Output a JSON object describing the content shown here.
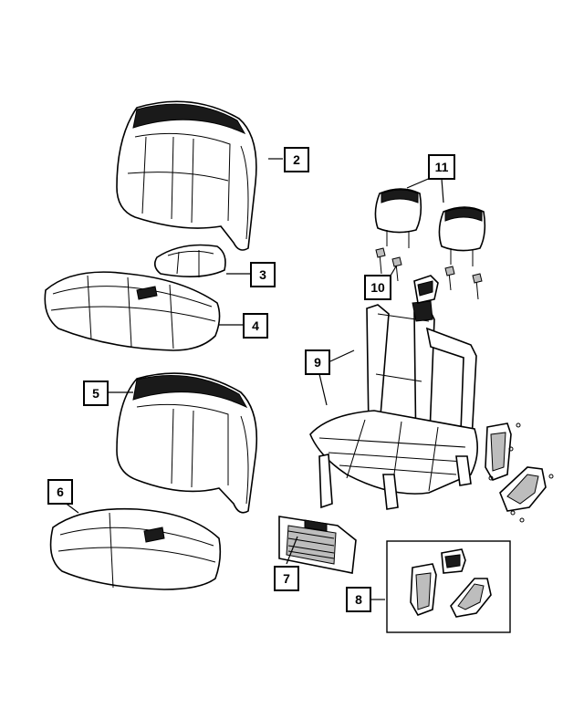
{
  "callouts": [
    {
      "id": "2",
      "label": "2"
    },
    {
      "id": "3",
      "label": "3"
    },
    {
      "id": "4",
      "label": "4"
    },
    {
      "id": "5",
      "label": "5"
    },
    {
      "id": "6",
      "label": "6"
    },
    {
      "id": "7",
      "label": "7"
    },
    {
      "id": "8",
      "label": "8"
    },
    {
      "id": "9",
      "label": "9"
    },
    {
      "id": "10",
      "label": "10"
    },
    {
      "id": "11",
      "label": "11"
    }
  ],
  "colors": {
    "line": "#000000",
    "background": "#ffffff",
    "dark_trim": "#1a1a1a",
    "grey_fill": "#bdbdbd"
  }
}
